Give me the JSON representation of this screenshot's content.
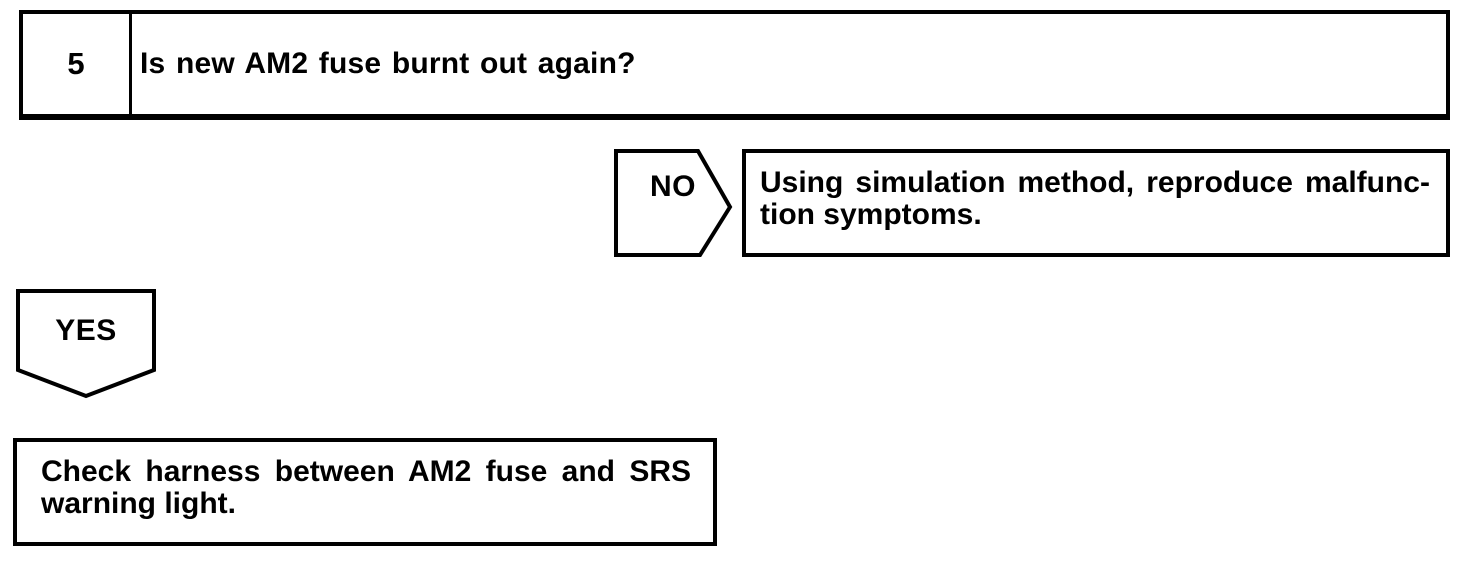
{
  "colors": {
    "ink": "#000000",
    "paper": "#ffffff"
  },
  "flowchart": {
    "step_box": {
      "number": "5",
      "question": "Is new AM2 fuse burnt out again?"
    },
    "no_branch": {
      "label": "NO",
      "result_lines": [
        "Using simulation method, reproduce malfunc-",
        "tion symptoms."
      ]
    },
    "yes_branch": {
      "label": "YES",
      "action_lines": [
        "Check harness between AM2 fuse and SRS",
        "warning light."
      ]
    }
  }
}
